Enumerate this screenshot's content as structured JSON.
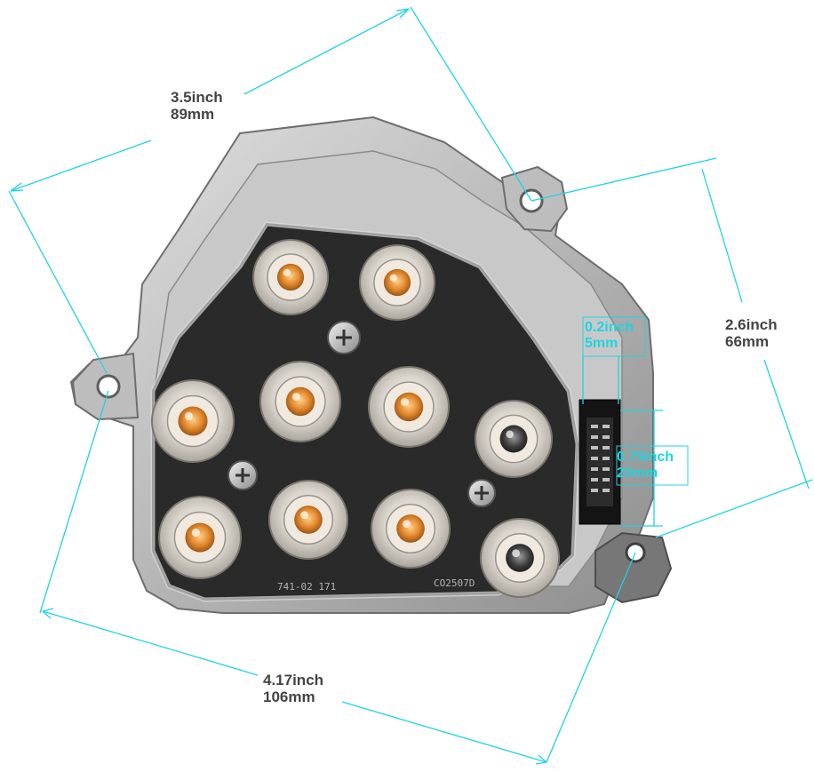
{
  "dimensions": {
    "top_width": {
      "inch": "3.5inch",
      "mm": "89mm"
    },
    "height": {
      "inch": "2.6inch",
      "mm": "66mm"
    },
    "bottom_width": {
      "inch": "4.17inch",
      "mm": "106mm"
    },
    "connector_width": {
      "inch": "0.2inch",
      "mm": "5mm"
    },
    "connector_length": {
      "inch": "0.79inch",
      "mm": "20mm"
    }
  },
  "pcb_markings": {
    "left": "741-02 171",
    "right": "CO2507D"
  },
  "colors": {
    "dimension_line": "#1fd4e0",
    "label_text": "#444444",
    "led_amber": "#e0862a"
  }
}
